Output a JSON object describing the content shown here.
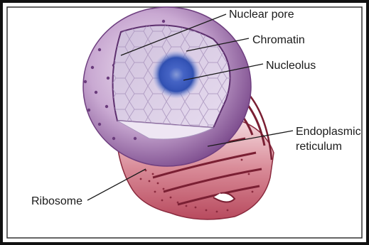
{
  "labels": {
    "nuclear_pore": "Nuclear pore",
    "chromatin": "Chromatin",
    "nucleolus": "Nucleolus",
    "er_line1": "Endoplasmic",
    "er_line2": "reticulum",
    "ribosome": "Ribosome"
  },
  "colors": {
    "border": "#111111",
    "envelope": "#c8a6cf",
    "envelope_dark": "#7d4f8c",
    "nucleoplasm": "#ddd0e6",
    "nucleolus": "#2f4fb0",
    "er": "#a8324a",
    "er_light": "#f2d4d8"
  }
}
